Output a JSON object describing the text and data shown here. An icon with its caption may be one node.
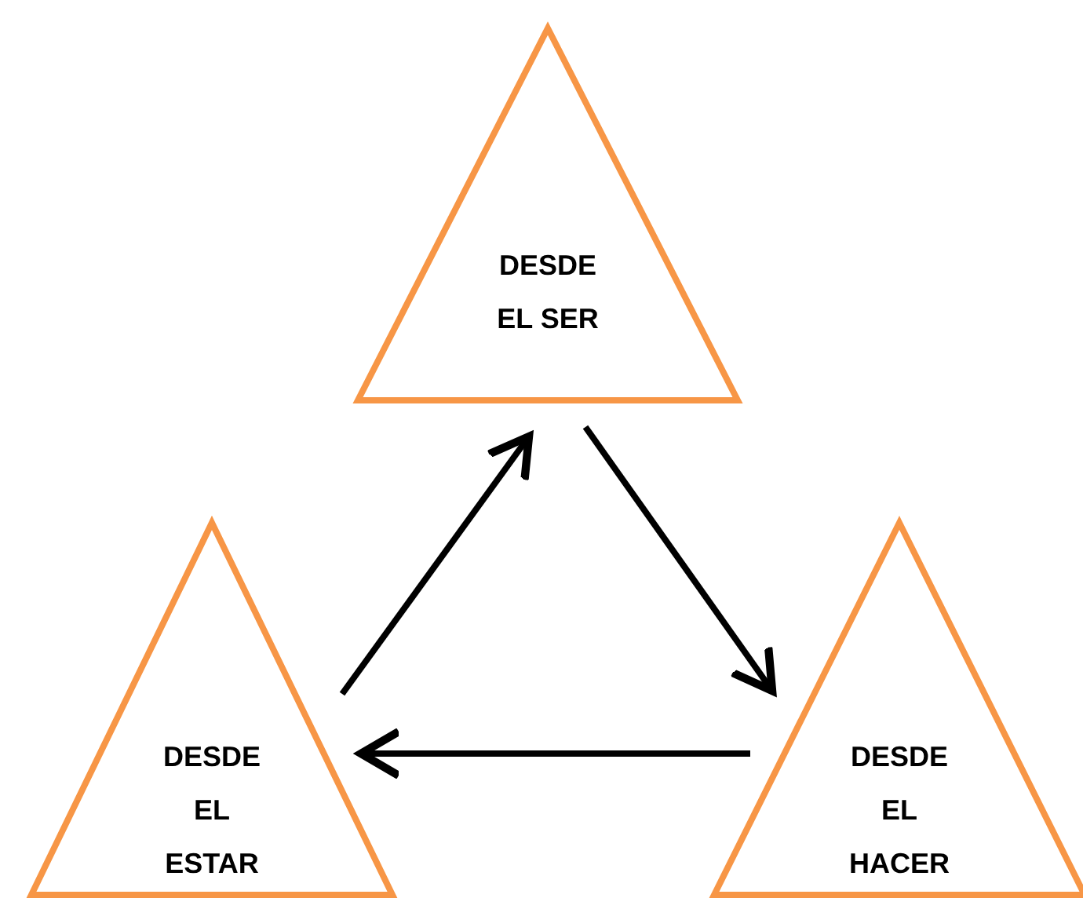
{
  "diagram": {
    "nodes": [
      {
        "text": [
          "DESDE EL SER"
        ]
      },
      {
        "text": [
          "DESDE EL ESTAR"
        ]
      },
      {
        "text": [
          "DESDE EL HACER"
        ]
      }
    ],
    "edges": [
      {
        "from": 1,
        "to": 0,
        "arrow": "to"
      },
      {
        "from": 0,
        "to": 2,
        "arrow": "to"
      },
      {
        "from": 2,
        "to": 1,
        "arrow": "to"
      }
    ]
  }
}
